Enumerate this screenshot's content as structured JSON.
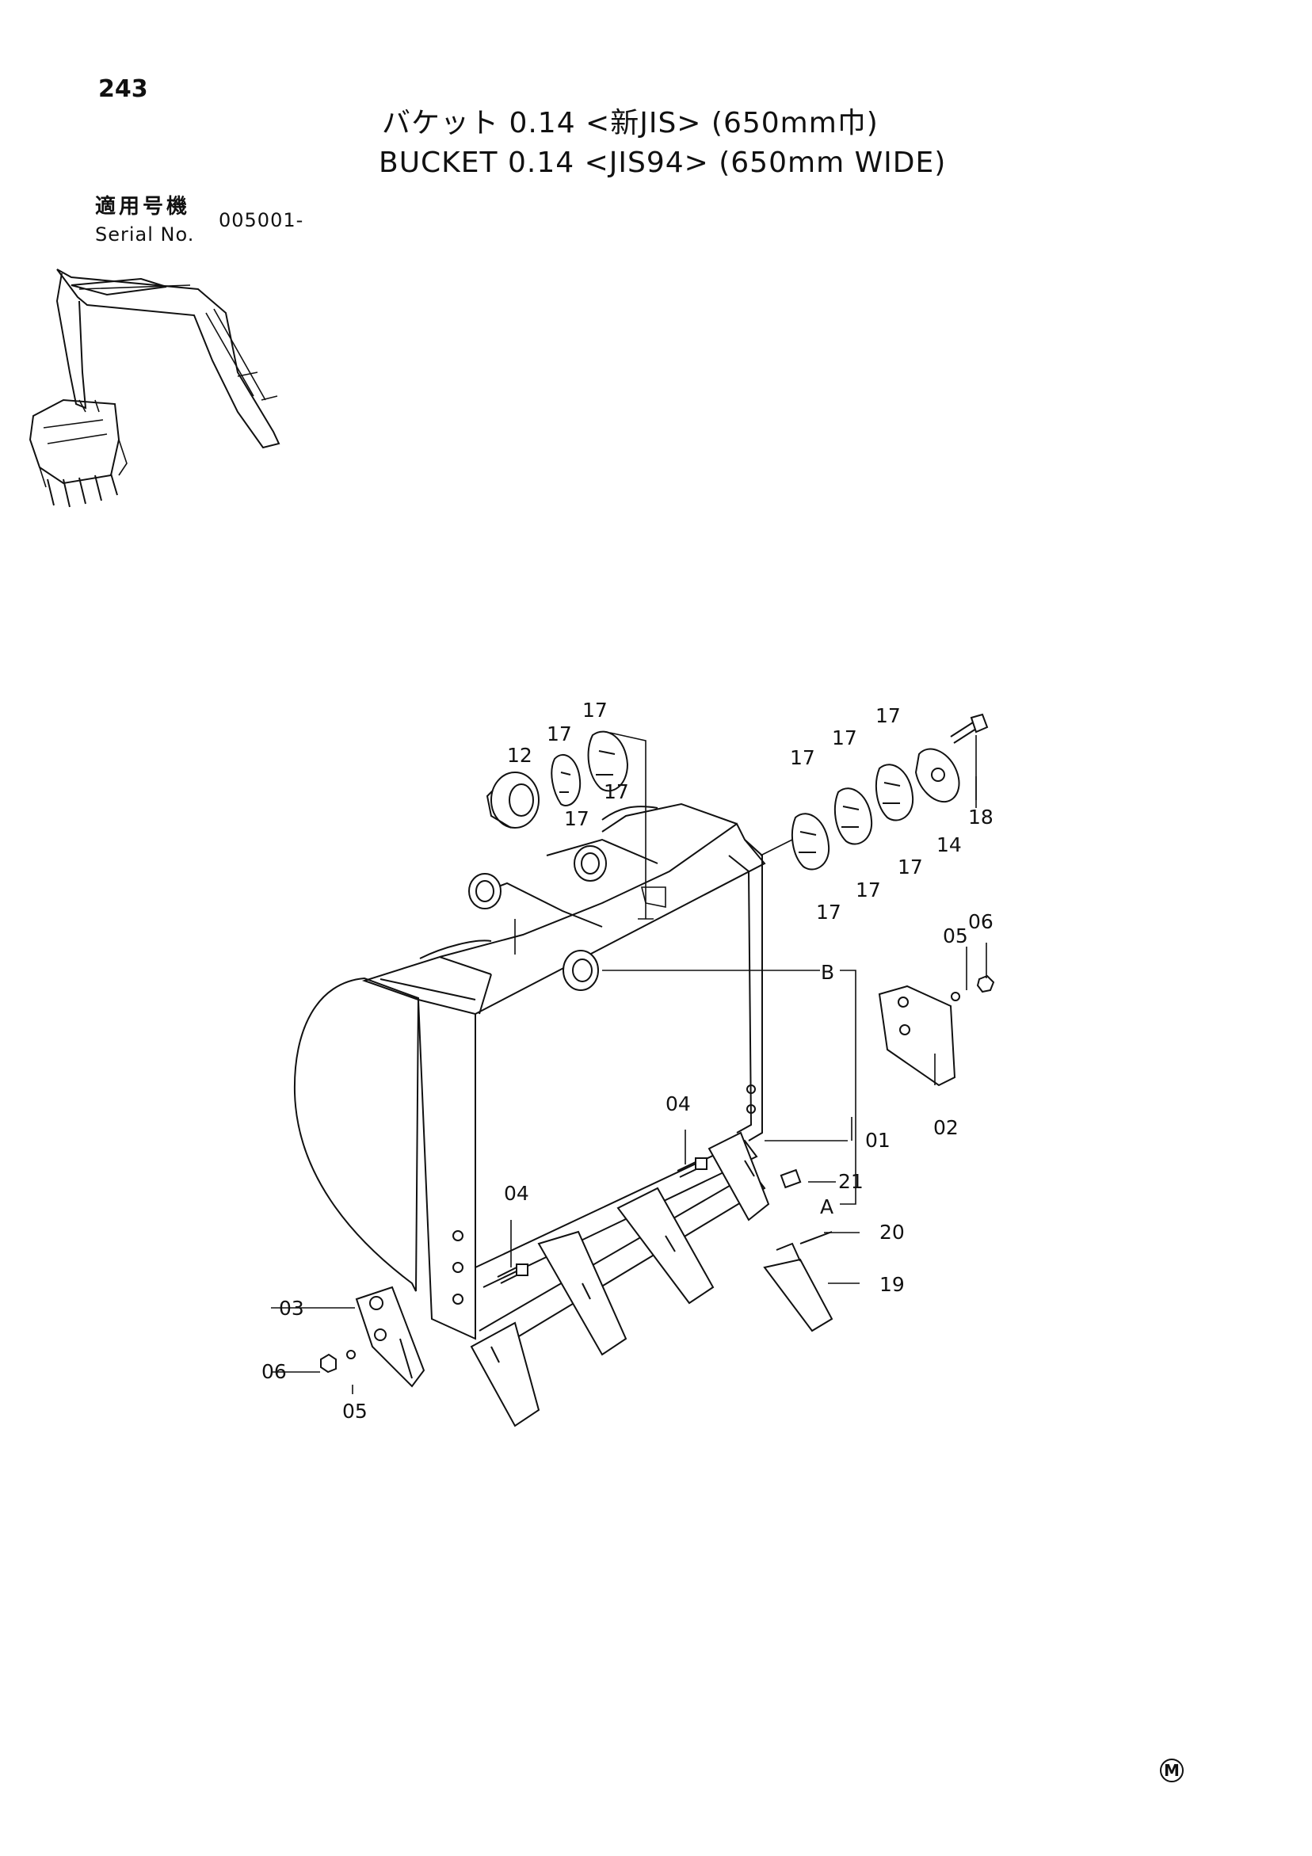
{
  "page_number": "243",
  "title_ja": "バケット 0.14 <新JIS> (650mm巾)",
  "title_en": "BUCKET 0.14 <JIS94> (650mm WIDE)",
  "serial": {
    "label_ja": "適用号機",
    "label_en": "Serial No.",
    "value": "005001-"
  },
  "callouts": {
    "c12": "12",
    "c17": "17",
    "c18": "18",
    "c14": "14",
    "c05": "05",
    "c06": "06",
    "cB": "B",
    "c02": "02",
    "c01": "01",
    "c04": "04",
    "c21": "21",
    "cA": "A",
    "c20": "20",
    "c19": "19",
    "c03": "03"
  },
  "footer_mark": "M"
}
